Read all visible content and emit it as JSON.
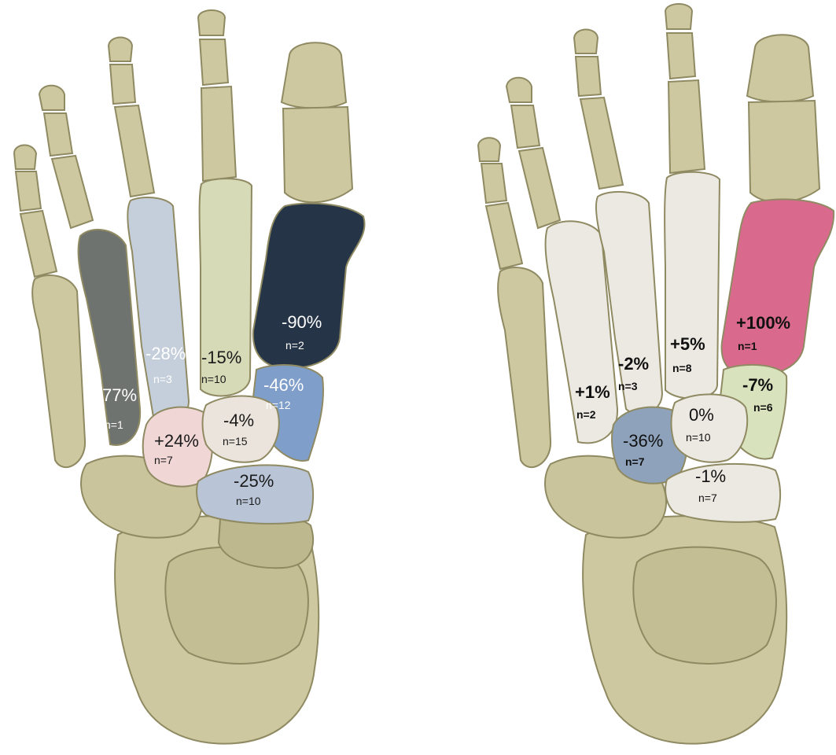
{
  "colors": {
    "bone": "#cdc8a0",
    "bone_dark": "#a9a47a",
    "white_bone": "#ebe9e2"
  },
  "left_foot": {
    "regions": [
      {
        "id": "mt5",
        "pct": "77%",
        "n": "n=1",
        "color": "#6e7370",
        "text_color": "#ffffff"
      },
      {
        "id": "mt4",
        "pct": "-28%",
        "n": "n=3",
        "color": "#c5cfdb",
        "text_color": "#ffffff"
      },
      {
        "id": "mt3",
        "pct": "-15%",
        "n": "n=10",
        "color": "#d6dab7",
        "text_color": "#1a1a1a"
      },
      {
        "id": "mt1",
        "pct": "-90%",
        "n": "n=2",
        "color": "#253447",
        "text_color": "#ffffff"
      },
      {
        "id": "med-cuneiform",
        "pct": "-46%",
        "n": "n=12",
        "color": "#7f9ec9",
        "text_color": "#ffffff"
      },
      {
        "id": "cuboid",
        "pct": "+24%",
        "n": "n=7",
        "color": "#f0d6d5",
        "text_color": "#1a1a1a"
      },
      {
        "id": "lat-cuneiform",
        "pct": "-4%",
        "n": "n=15",
        "color": "#ebe4dc",
        "text_color": "#1a1a1a"
      },
      {
        "id": "navicular",
        "pct": "-25%",
        "n": "n=10",
        "color": "#b9c5d7",
        "text_color": "#1a1a1a"
      }
    ]
  },
  "right_foot": {
    "regions": [
      {
        "id": "mt5",
        "pct": "+1%",
        "n": "n=2",
        "color": "#ebe9e2",
        "text_color": "#111111"
      },
      {
        "id": "mt4",
        "pct": "-2%",
        "n": "n=3",
        "color": "#ebe9e2",
        "text_color": "#111111"
      },
      {
        "id": "mt3",
        "pct": "+5%",
        "n": "n=8",
        "color": "#ebe9e2",
        "text_color": "#111111"
      },
      {
        "id": "mt1",
        "pct": "+100%",
        "n": "n=1",
        "color": "#d96a8e",
        "text_color": "#111111"
      },
      {
        "id": "med-cuneiform",
        "pct": "-7%",
        "n": "n=6",
        "color": "#d8e2bd",
        "text_color": "#111111"
      },
      {
        "id": "cuboid",
        "pct": "-36%",
        "n": "n=7",
        "color": "#8ea3bb",
        "text_color": "#111111"
      },
      {
        "id": "lat-cuneiform",
        "pct": "0%",
        "n": "n=10",
        "color": "#ebe9e2",
        "text_color": "#111111"
      },
      {
        "id": "navicular",
        "pct": "-1%",
        "n": "n=7",
        "color": "#ebe9e2",
        "text_color": "#111111"
      }
    ]
  }
}
